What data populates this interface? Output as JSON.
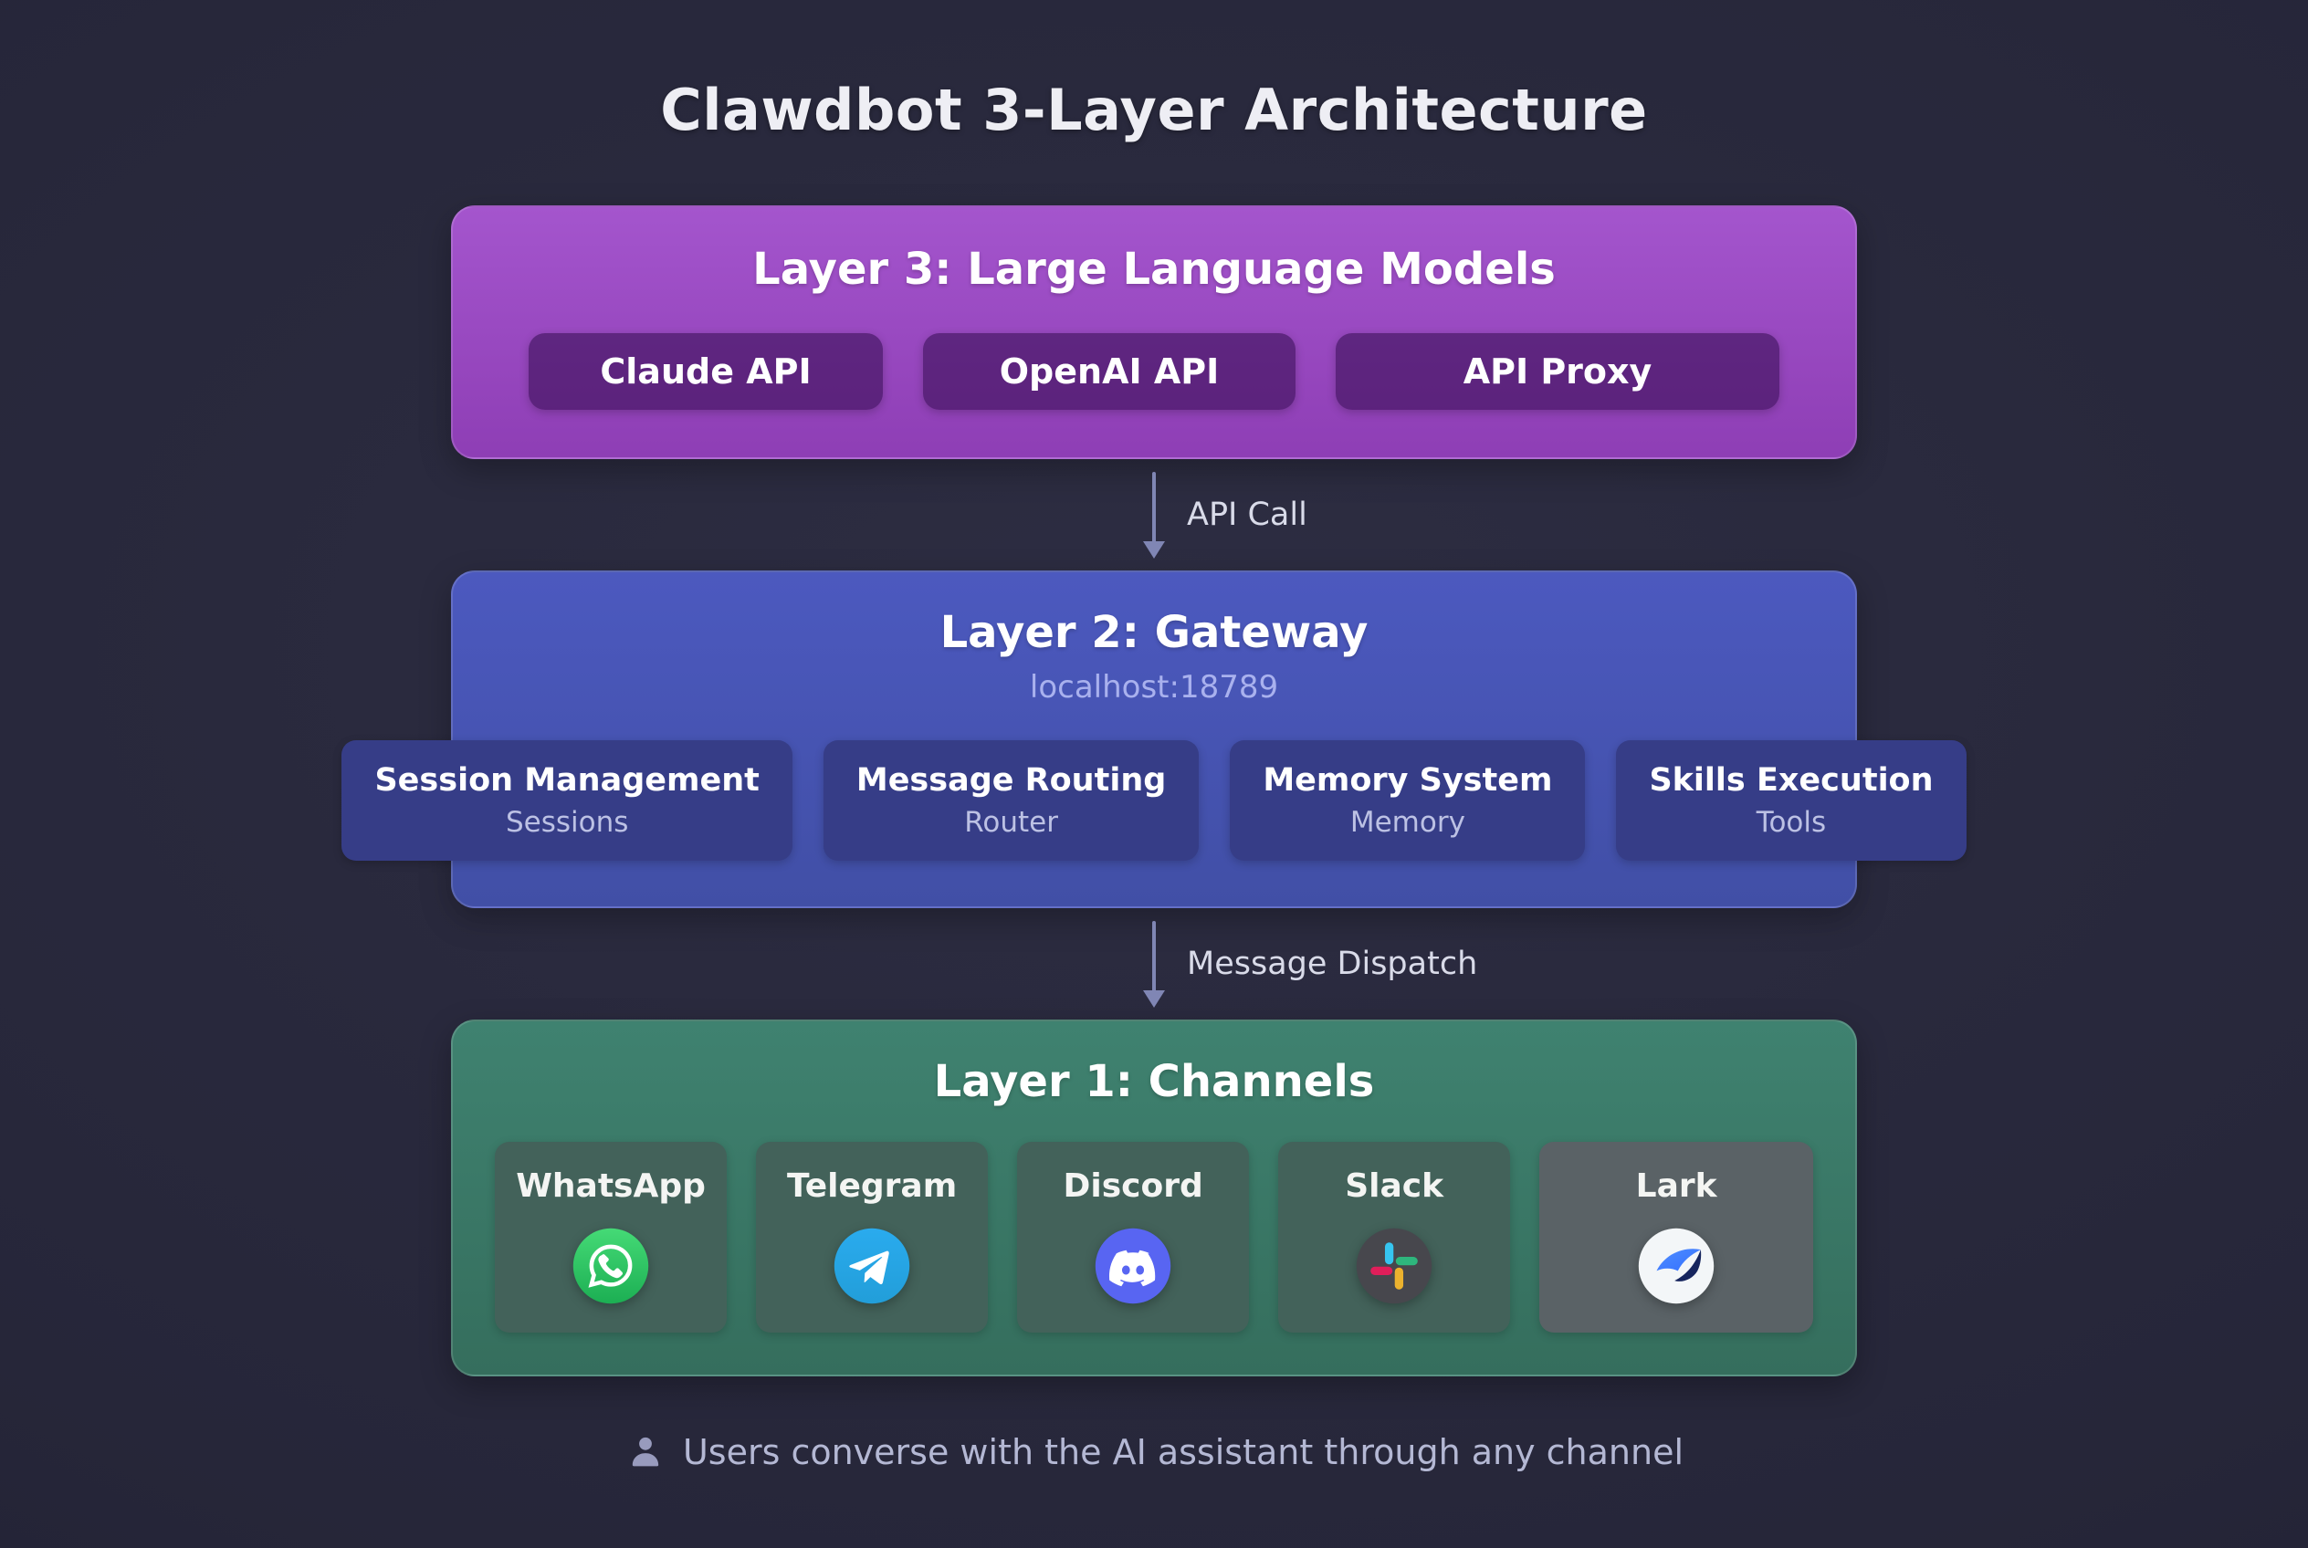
{
  "title": "Clawdbot 3-Layer Architecture",
  "layers": {
    "llm": {
      "title": "Layer 3: Large Language Models",
      "items": [
        {
          "label": "Claude API"
        },
        {
          "label": "OpenAI API"
        },
        {
          "label": "API Proxy"
        }
      ]
    },
    "gateway": {
      "title": "Layer 2: Gateway",
      "subtitle": "localhost:18789",
      "items": [
        {
          "title": "Session Management",
          "subtitle": "Sessions"
        },
        {
          "title": "Message Routing",
          "subtitle": "Router"
        },
        {
          "title": "Memory System",
          "subtitle": "Memory"
        },
        {
          "title": "Skills Execution",
          "subtitle": "Tools"
        }
      ]
    },
    "channels": {
      "title": "Layer 1: Channels",
      "items": [
        {
          "name": "WhatsApp",
          "icon": "whatsapp-icon"
        },
        {
          "name": "Telegram",
          "icon": "telegram-icon"
        },
        {
          "name": "Discord",
          "icon": "discord-icon"
        },
        {
          "name": "Slack",
          "icon": "slack-icon"
        },
        {
          "name": "Lark",
          "icon": "lark-icon"
        }
      ]
    }
  },
  "arrows": [
    {
      "label": "API Call"
    },
    {
      "label": "Message Dispatch"
    }
  ],
  "footer": {
    "text": "Users converse with the AI assistant through any channel"
  },
  "colors": {
    "background": "#262639",
    "layer3": "#9b49c0",
    "layer3_item": "#5a2a78",
    "layer2": "#4854b4",
    "layer2_item": "#363d87",
    "layer1": "#3b7b6a",
    "layer1_item": "#43625a",
    "lark_item": "#5a6266",
    "arrow": "#8086b4",
    "whatsapp_green": "#25d366",
    "telegram_blue": "#2aabee",
    "discord_blurple": "#5865f2",
    "slack_circle": "#47474d",
    "slack_blue": "#36c5f0",
    "slack_green": "#2eb67d",
    "slack_yellow": "#ecb22e",
    "slack_red": "#e01e5a",
    "lark_blue": "#3370ff"
  }
}
